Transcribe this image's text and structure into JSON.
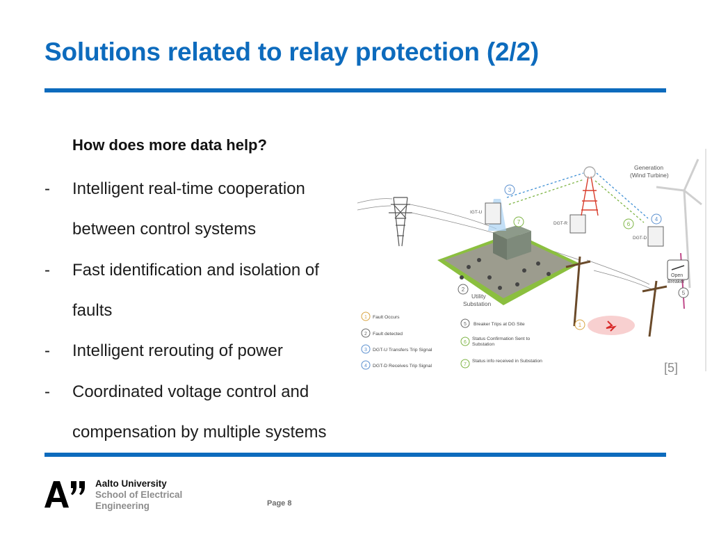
{
  "slide": {
    "title": "Solutions related to relay protection (2/2)",
    "question": "How does more data help?",
    "bullets": [
      {
        "lines": [
          "Intelligent real-time cooperation",
          "between control systems"
        ]
      },
      {
        "lines": [
          "Fast identification and isolation of",
          "faults"
        ]
      },
      {
        "lines": [
          "Intelligent rerouting of power"
        ]
      },
      {
        "lines": [
          "Coordinated voltage control and",
          "compensation by multiple systems"
        ]
      }
    ],
    "bullet_marker": "-",
    "citation": "[5]",
    "page": "Page 8"
  },
  "diagram": {
    "labels": {
      "generation": "Generation",
      "wind_turbine": "(Wind Turbine)",
      "dgt_u": "IGT-U",
      "dgt_r": "DGT-R",
      "dgt_d": "DGT-D",
      "open_breaker_1": "Open",
      "open_breaker_2": "Breaker",
      "utility_1": "Utility",
      "utility_2": "Substation"
    },
    "legend": [
      {
        "num": "1",
        "text": "Fault Occurs",
        "color": "#d9a441"
      },
      {
        "num": "2",
        "text": "Fault detected",
        "color": "#666666"
      },
      {
        "num": "3",
        "text": "DGT-U Transfers Trip Signal",
        "color": "#5a8fcf"
      },
      {
        "num": "4",
        "text": "DGT-D Receives Trip Signal",
        "color": "#5a8fcf"
      },
      {
        "num": "5",
        "text": "Breaker Trips at DG Site",
        "color": "#666666"
      },
      {
        "num": "6",
        "text": "Status Confirmation Sent to Substation",
        "color": "#7cb342"
      },
      {
        "num": "7",
        "text": "Status info received in Substation",
        "color": "#7cb342"
      }
    ]
  },
  "footer": {
    "university": "Aalto University",
    "school_1": "School of Electrical",
    "school_2": "Engineering"
  },
  "colors": {
    "accent": "#0d6bbd"
  }
}
